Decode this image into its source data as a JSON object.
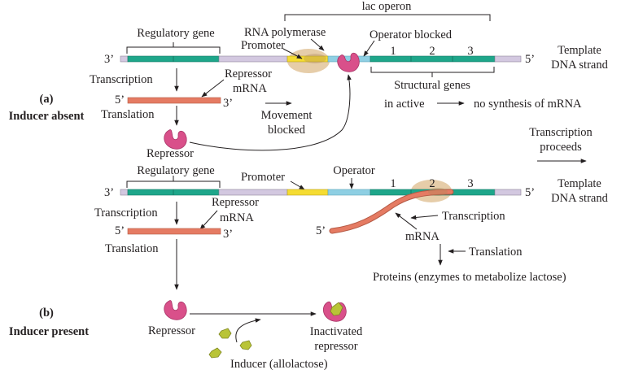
{
  "colors": {
    "regulatory_gene": "#1ea68a",
    "structural_gene": "#1ea68a",
    "spacer": "#d3c8e0",
    "promoter": "#f5dc32",
    "operator": "#8ecfe3",
    "mrna": "#e57b63",
    "repressor": "#d9508a",
    "polymerase": "#e3c8a0",
    "inducer": "#b9c437",
    "ink": "#231f20"
  },
  "panel_a": {
    "label": "(a)",
    "condition": "Inducer absent",
    "lac_operon": "lac operon",
    "regulatory_gene": "Regulatory gene",
    "rna_polymerase": "RNA polymerase",
    "promoter": "Promoter",
    "operator": "Operator blocked",
    "gene_numbers": [
      "1",
      "2",
      "3"
    ],
    "strand_3": "3’",
    "strand_5": "5’",
    "template_line1": "Template",
    "template_line2": "DNA strand",
    "transcription": "Transcription",
    "repressor_mrna_line1": "Repressor",
    "repressor_mrna_line2": "mRNA",
    "mrna_5": "5’",
    "mrna_3": "3’",
    "translation": "Translation",
    "repressor": "Repressor",
    "movement_line1": "Movement",
    "movement_line2": "blocked",
    "structural_genes": "Structural genes",
    "inactive": "in active",
    "no_synthesis": "no synthesis of mRNA"
  },
  "panel_b": {
    "label": "(b)",
    "condition": "Inducer present",
    "transcription_proceeds_line1": "Transcription",
    "transcription_proceeds_line2": "proceeds",
    "regulatory_gene": "Regulatory gene",
    "promoter": "Promoter",
    "operator": "Operator",
    "gene_numbers": [
      "1",
      "2",
      "3"
    ],
    "strand_3": "3’",
    "strand_5": "5’",
    "template_line1": "Template",
    "template_line2": "DNA strand",
    "transcription": "Transcription",
    "repressor_mrna_line1": "Repressor",
    "repressor_mrna_line2": "mRNA",
    "mrna_5": "5’",
    "mrna_3": "3’",
    "translation": "Translation",
    "structural_transcription": "Transcription",
    "structural_mrna_5": "5’",
    "mrna": "mRNA",
    "structural_translation": "Translation",
    "proteins": "Proteins (enzymes to metabolize lactose)",
    "repressor": "Repressor",
    "inactivated_line1": "Inactivated",
    "inactivated_line2": "repressor",
    "inducer": "Inducer (allolactose)"
  }
}
